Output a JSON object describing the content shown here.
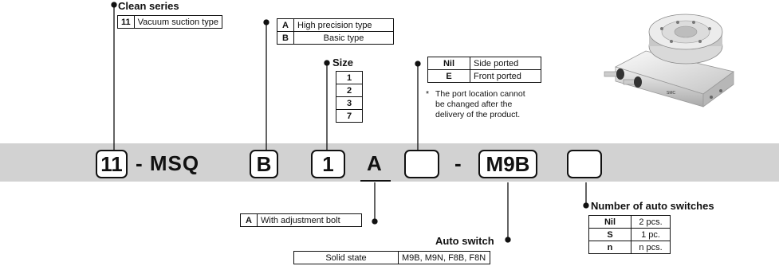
{
  "clean_series": {
    "title": "Clean series",
    "rows": [
      {
        "code": "11",
        "desc": "Vacuum suction type"
      }
    ]
  },
  "precision": {
    "rows": [
      {
        "code": "A",
        "desc": "High precision type"
      },
      {
        "code": "B",
        "desc": "Basic type"
      }
    ]
  },
  "size": {
    "title": "Size",
    "rows": [
      "1",
      "2",
      "3",
      "7"
    ]
  },
  "port": {
    "rows": [
      {
        "code": "Nil",
        "desc": "Side ported"
      },
      {
        "code": "E",
        "desc": "Front ported"
      }
    ],
    "note_mark": "*",
    "note_lines": [
      "The port location cannot",
      "be changed after the",
      "delivery of the product."
    ]
  },
  "part_number": {
    "box_11": "11",
    "dash_msq": "- MSQ",
    "box_b": "B",
    "box_1": "1",
    "letter_a": "A",
    "dash": "-",
    "box_m9b": "M9B"
  },
  "adjustment": {
    "rows": [
      {
        "code": "A",
        "desc": "With adjustment bolt"
      }
    ]
  },
  "auto_switch": {
    "title": "Auto switch",
    "rows": [
      {
        "type": "Solid state",
        "models": "M9B, M9N, F8B, F8N"
      }
    ]
  },
  "num_switches": {
    "title": "Number of auto switches",
    "rows": [
      {
        "code": "Nil",
        "desc": "2 pcs."
      },
      {
        "code": "S",
        "desc": "1 pc."
      },
      {
        "code": "n",
        "desc": "n pcs."
      }
    ]
  },
  "product_image": {
    "label_1": "SMC"
  }
}
